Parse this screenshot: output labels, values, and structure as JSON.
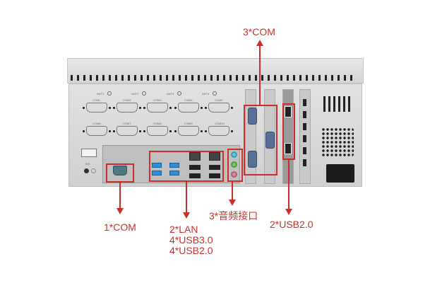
{
  "panel_labels": {
    "ant": [
      "ANT1",
      "ANT2",
      "ANT3",
      "ANT4"
    ],
    "com_row1": [
      "COM1",
      "COM2",
      "COM3",
      "COM4",
      "COM5"
    ],
    "com_row2": [
      "COM6",
      "COM7",
      "COM8",
      "COM9",
      "COM10"
    ],
    "switch": "SW"
  },
  "annotations": {
    "top_com": "3*COM",
    "rear_com": "1*COM",
    "io_ports": [
      "2*LAN",
      "4*USB3.0",
      "4*USB2.0"
    ],
    "audio": "3*音频接口",
    "usb_bracket": "2*USB2.0"
  },
  "colors": {
    "annotation": "#c9302c",
    "usb3": "#2f8fd6"
  }
}
